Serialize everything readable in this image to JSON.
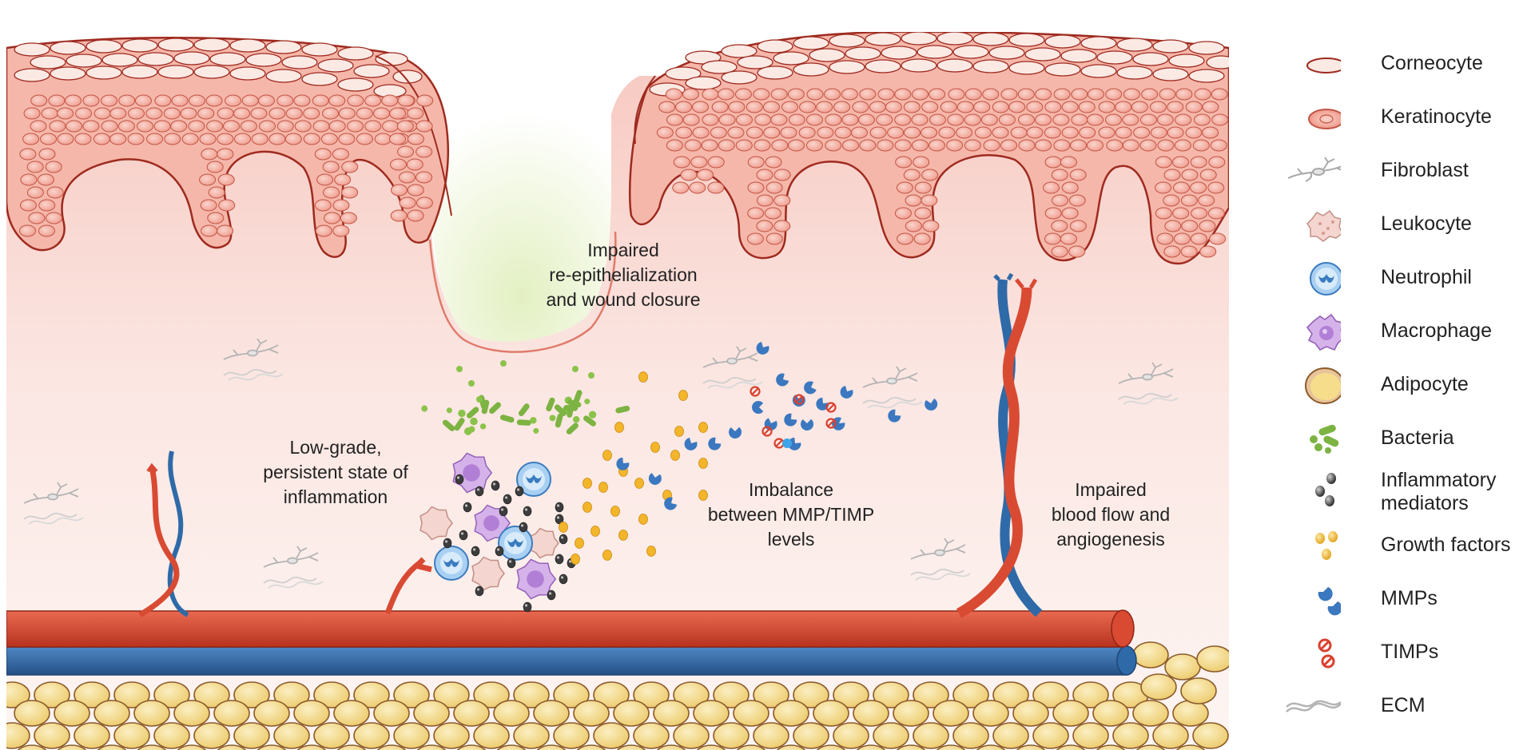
{
  "captions": {
    "reepithelialization": [
      "Impaired",
      "re-epithelialization",
      "and wound closure"
    ],
    "inflammation": [
      "Low-grade,",
      "persistent state of",
      "inflammation"
    ],
    "mmp_timp": [
      "Imbalance",
      "between MMP/TIMP",
      "levels"
    ],
    "blood_flow": [
      "Impaired",
      "blood flow and",
      "angiogenesis"
    ]
  },
  "legend": [
    {
      "icon": "corneocyte-icon",
      "label": "Corneocyte"
    },
    {
      "icon": "keratinocyte-icon",
      "label": "Keratinocyte"
    },
    {
      "icon": "fibroblast-icon",
      "label": "Fibroblast"
    },
    {
      "icon": "leukocyte-icon",
      "label": "Leukocyte"
    },
    {
      "icon": "neutrophil-icon",
      "label": "Neutrophil"
    },
    {
      "icon": "macrophage-icon",
      "label": "Macrophage"
    },
    {
      "icon": "adipocyte-icon",
      "label": "Adipocyte"
    },
    {
      "icon": "bacteria-icon",
      "label": "Bacteria"
    },
    {
      "icon": "inflammatory-mediators-icon",
      "label": "Inflammatory",
      "label2": "mediators"
    },
    {
      "icon": "growth-factors-icon",
      "label": "Growth factors"
    },
    {
      "icon": "mmps-icon",
      "label": "MMPs"
    },
    {
      "icon": "timps-icon",
      "label": "TIMPs"
    },
    {
      "icon": "ecm-icon",
      "label": "ECM"
    }
  ],
  "colors": {
    "epidermis_outline": "#9e2a1f",
    "keratinocyte_fill": "#f2a79a",
    "dermis_top": "#f9d3cc",
    "artery": "#d94a33",
    "vein": "#2f6aa8",
    "adipocyte_fill": "#f6e19b",
    "bacteria": "#7cb342",
    "growth_factor": "#f3b52a",
    "mmp": "#3b78c0",
    "timp": "#d9402e",
    "macrophage": "#c49be0",
    "neutrophil": "#7fb7ea",
    "leukocyte": "#f4cfc8",
    "mediator": "#444444",
    "fibroblast": "#b4b4b4"
  }
}
